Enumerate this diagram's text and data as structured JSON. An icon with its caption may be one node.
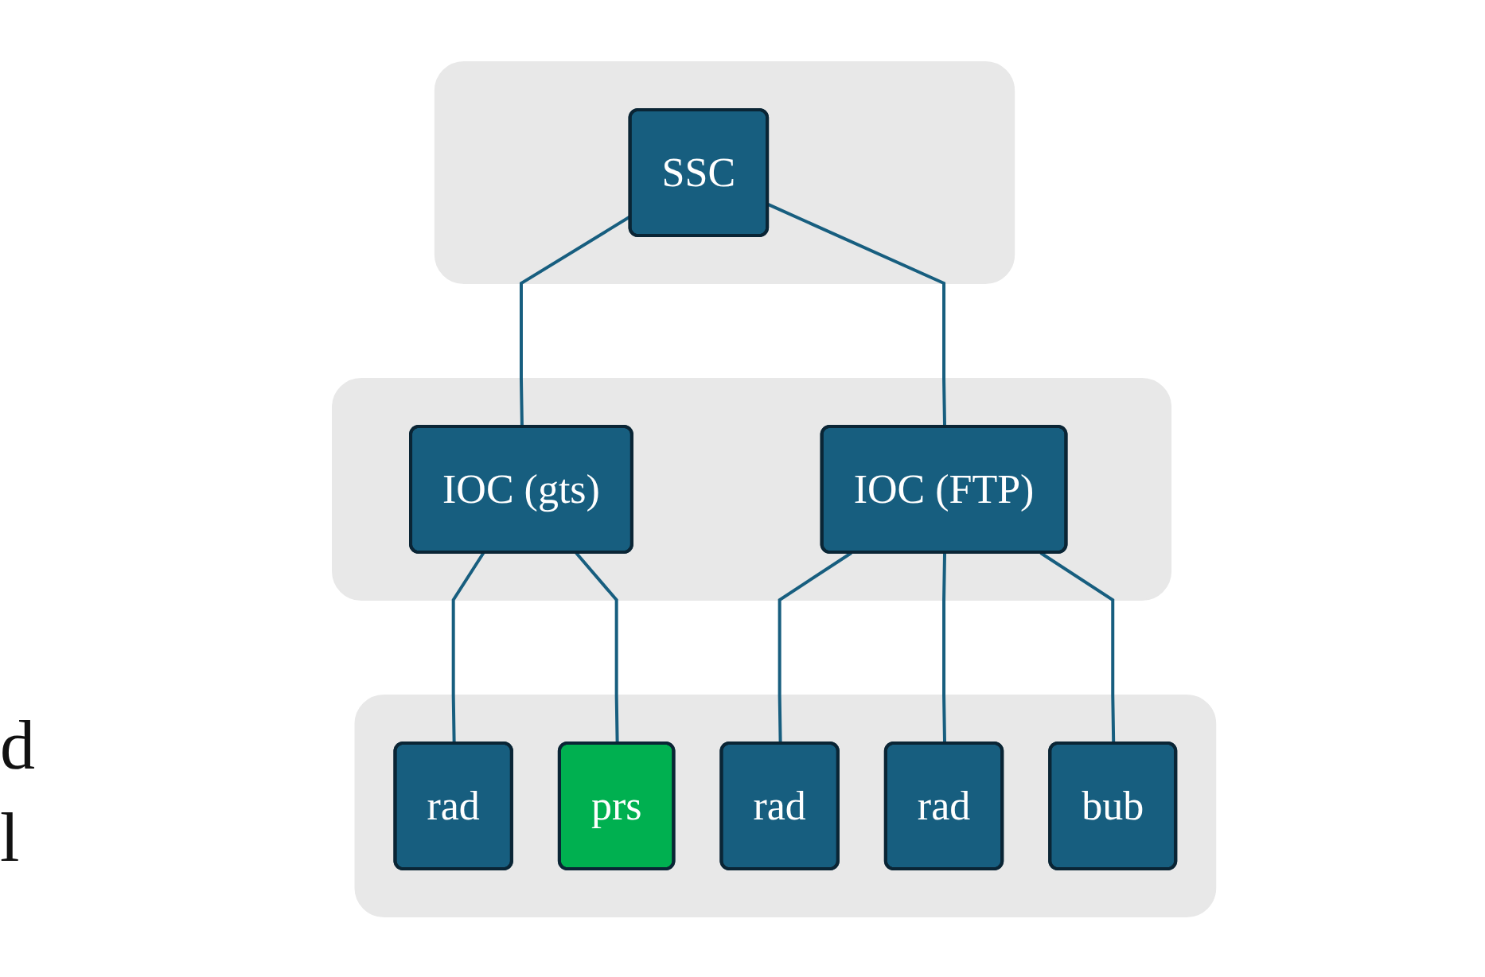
{
  "diagram": {
    "nodes": [
      {
        "text": [],
        "shape": "box"
      },
      {
        "text": [
          "SSC"
        ],
        "in": 0
      },
      {
        "text": [],
        "shape": "box"
      },
      {
        "text": [
          "IOC (gts)"
        ],
        "in": 2
      },
      {
        "text": [
          "IOC (FTP)"
        ],
        "in": 2
      },
      {
        "text": [],
        "shape": "box"
      },
      {
        "text": [
          "rad"
        ],
        "in": 5
      },
      {
        "text": [
          "prs"
        ],
        "in": 5
      },
      {
        "text": [
          "rad"
        ],
        "in": 5
      },
      {
        "text": [
          "rad"
        ],
        "in": 5
      },
      {
        "text": [
          "bub"
        ],
        "in": 5
      }
    ],
    "edges": [
      {
        "from": 1,
        "to": 3,
        "arrow": "none"
      },
      {
        "from": 1,
        "to": 4,
        "arrow": "none"
      },
      {
        "from": 3,
        "to": 6,
        "arrow": "none"
      },
      {
        "from": 3,
        "to": 7,
        "arrow": "none"
      },
      {
        "from": 4,
        "to": 8,
        "arrow": "none"
      },
      {
        "from": 4,
        "to": 9,
        "arrow": "none"
      },
      {
        "from": 4,
        "to": 10,
        "arrow": "none"
      }
    ],
    "labels": [
      "d",
      "l"
    ]
  }
}
